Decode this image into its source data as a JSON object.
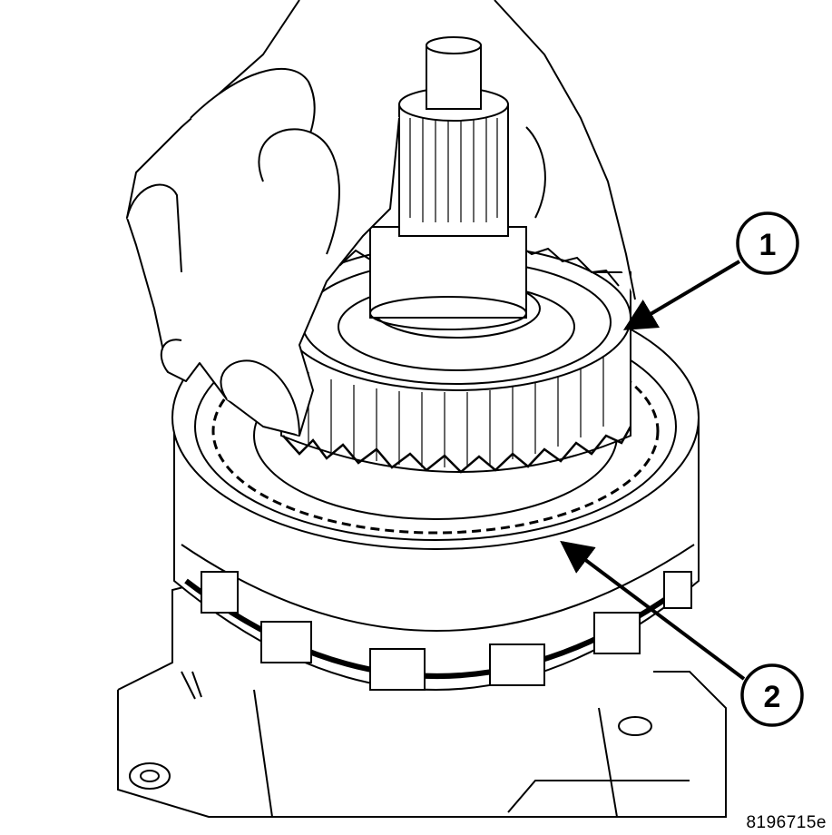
{
  "callouts": [
    {
      "number": "1",
      "part": "gear"
    },
    {
      "number": "2",
      "part": "clutch-drum"
    }
  ],
  "figure_id": "8196715e",
  "colors": {
    "line": "#000000",
    "background": "#ffffff"
  }
}
